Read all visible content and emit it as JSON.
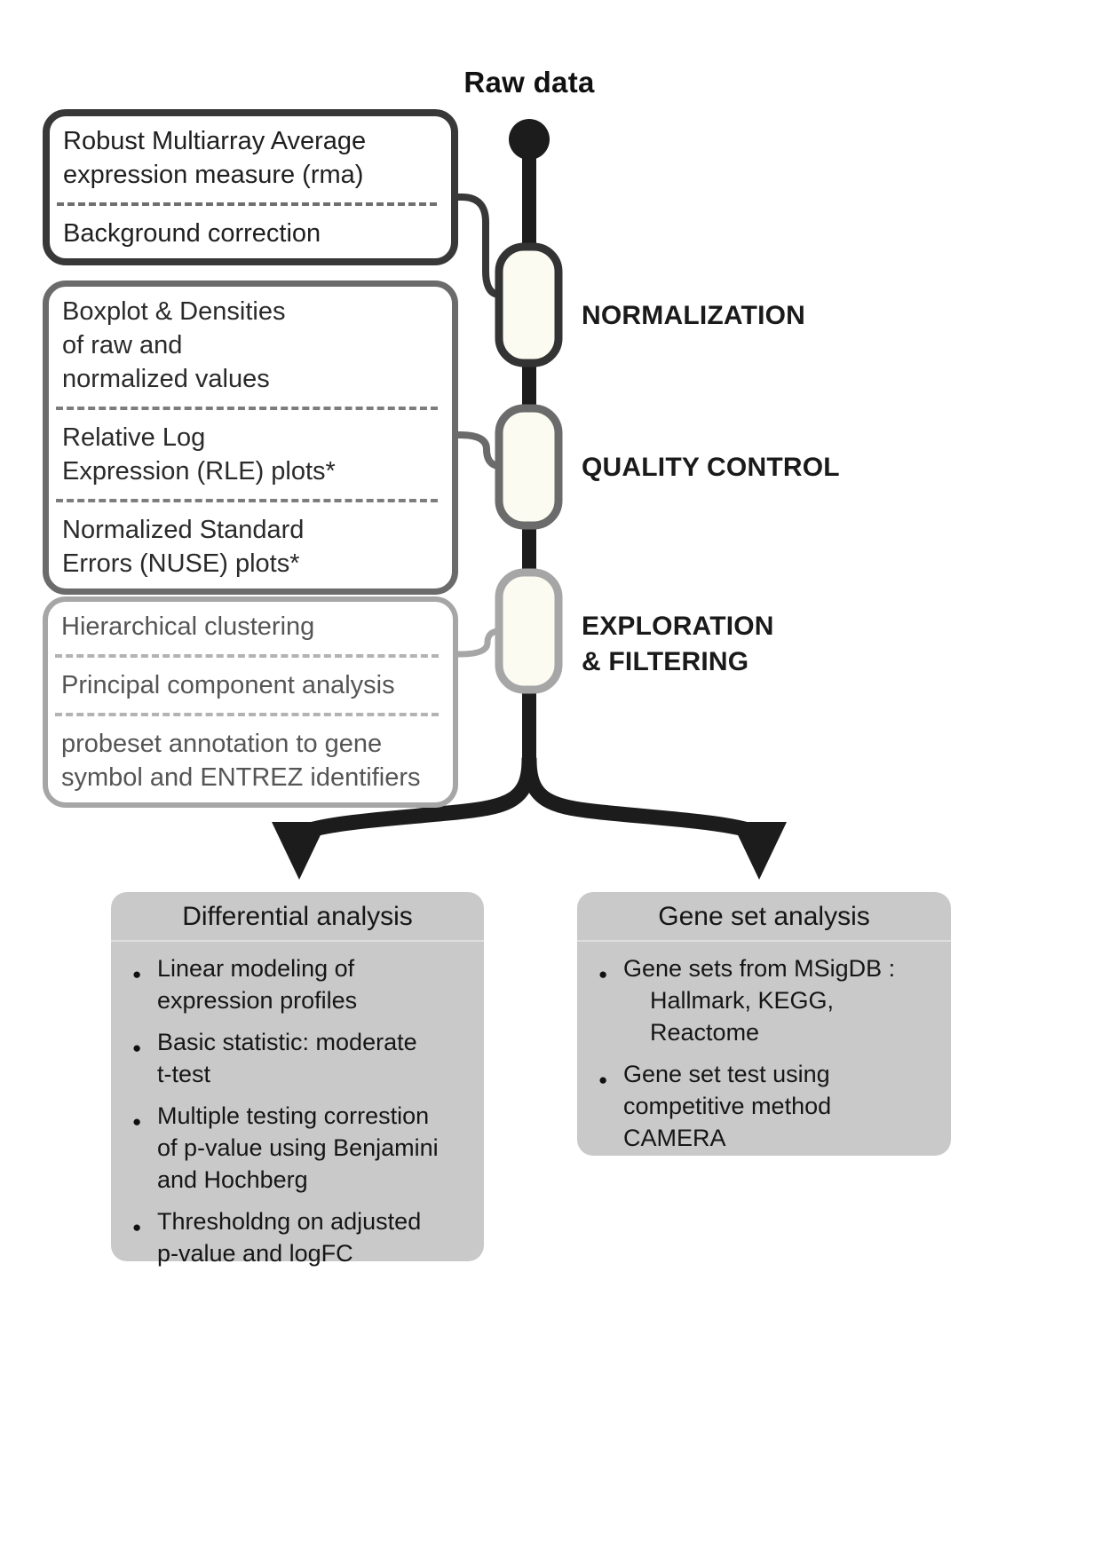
{
  "header": {
    "raw_data_label": "Raw data"
  },
  "stages": [
    {
      "label": "NORMALIZATION",
      "items": [
        "Robust Multiarray Average\nexpression measure (rma)",
        "Background correction"
      ]
    },
    {
      "label": "QUALITY CONTROL",
      "items": [
        "Boxplot & Densities\nof raw and\nnormalized values",
        "Relative Log\nExpression (RLE) plots*",
        "Normalized Standard\nErrors (NUSE) plots*"
      ]
    },
    {
      "label": "EXPLORATION\n& FILTERING",
      "items": [
        "Hierarchical clustering",
        "Principal component analysis",
        "probeset annotation to gene\nsymbol and ENTREZ identifiers"
      ]
    }
  ],
  "branches": [
    {
      "title": "Differential analysis",
      "bullets": [
        "Linear modeling of\nexpression profiles",
        "Basic statistic: moderate\nt-test",
        "Multiple testing correstion\nof p-value using Benjamini\nand Hochberg",
        "Thresholdng on adjusted\np-value and logFC"
      ]
    },
    {
      "title": "Gene set analysis",
      "bullets": [
        "Gene sets from MSigDB :\n    Hallmark, KEGG,\n    Reactome",
        "Gene set test using\ncompetitive method\nCAMERA"
      ]
    }
  ],
  "colors": {
    "spine": "#1c1c1c",
    "stage1_border": "#383838",
    "stage2_border": "#6b6b6b",
    "stage3_border": "#a6a6a6",
    "node_fill": "#fbfbf2",
    "branch_box_bg": "#c9c9c9"
  }
}
